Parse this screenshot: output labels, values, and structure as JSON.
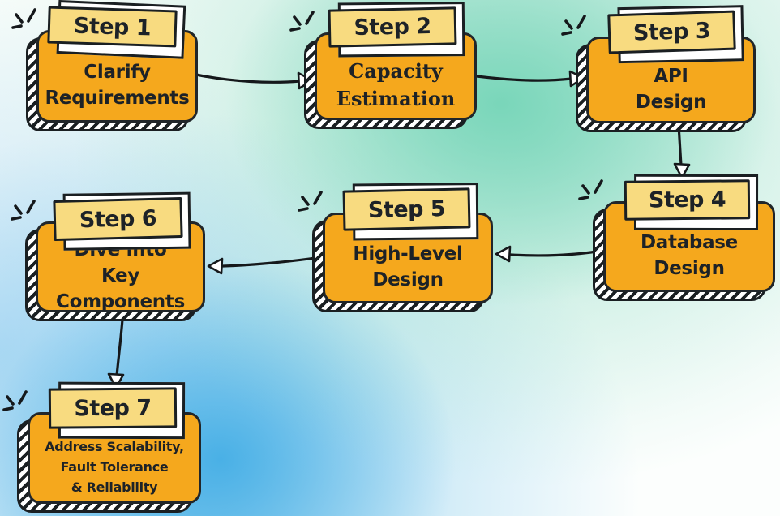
{
  "palette": {
    "box_fill": "#F5A81D",
    "tab_fill": "#F8DB80",
    "ink": "#1a1f22",
    "shadow_hatch_bg": "#ffffff",
    "bg_green": "#76D5B8",
    "bg_blue": "#42ADE5",
    "arrowhead_fill": "#ffffff"
  },
  "steps": [
    {
      "label": "Step 1",
      "lines": [
        "Clarify",
        "Requirements"
      ]
    },
    {
      "label": "Step 2",
      "lines": [
        "Capacity",
        "Estimation"
      ]
    },
    {
      "label": "Step 3",
      "lines": [
        "API",
        "Design"
      ]
    },
    {
      "label": "Step 4",
      "lines": [
        "Database",
        "Design"
      ]
    },
    {
      "label": "Step 5",
      "lines": [
        "High-Level",
        "Design"
      ]
    },
    {
      "label": "Step 6",
      "lines": [
        "Dive into",
        "Key Components"
      ]
    },
    {
      "label": "Step 7",
      "lines": [
        "Address Scalability,",
        "Fault Tolerance",
        "& Reliability"
      ]
    }
  ],
  "connections": [
    {
      "from": "Step 1",
      "to": "Step 2"
    },
    {
      "from": "Step 2",
      "to": "Step 3"
    },
    {
      "from": "Step 3",
      "to": "Step 4"
    },
    {
      "from": "Step 4",
      "to": "Step 5"
    },
    {
      "from": "Step 5",
      "to": "Step 6"
    },
    {
      "from": "Step 6",
      "to": "Step 7"
    }
  ]
}
